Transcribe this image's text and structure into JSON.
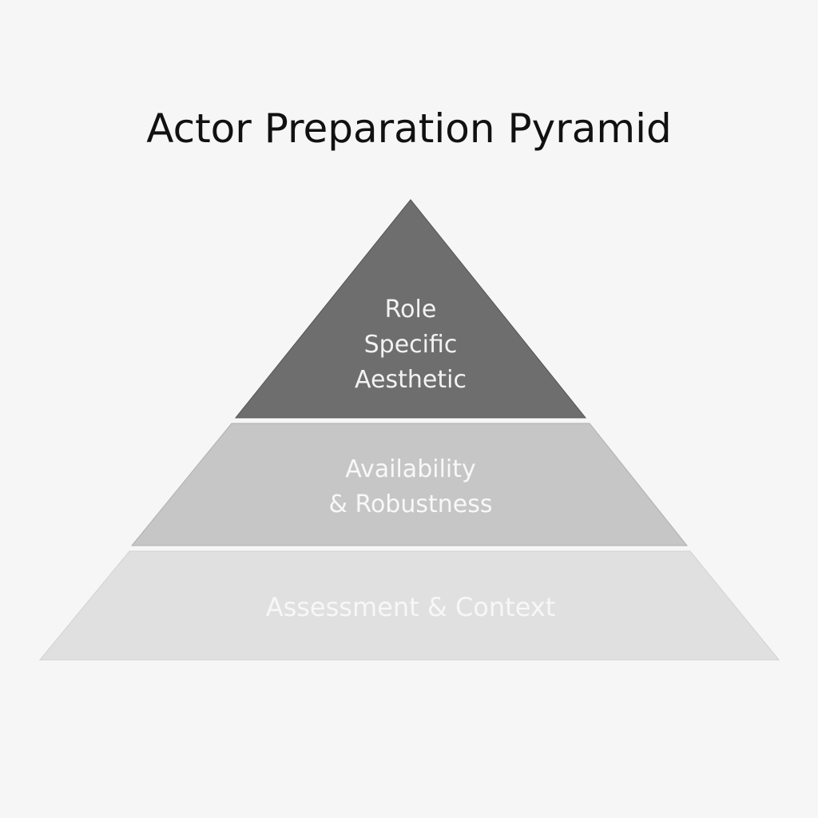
{
  "title": "Actor Preparation Pyramid",
  "tiers": [
    {
      "lines": [
        "Role",
        "Specific",
        "Aesthetic"
      ],
      "color": "#6e6e6e"
    },
    {
      "lines": [
        "Availability",
        "& Robustness"
      ],
      "color": "#c6c6c6"
    },
    {
      "lines": [
        "Assessment & Context"
      ],
      "color": "#e0e0e0"
    }
  ],
  "background": "#f6f6f6"
}
